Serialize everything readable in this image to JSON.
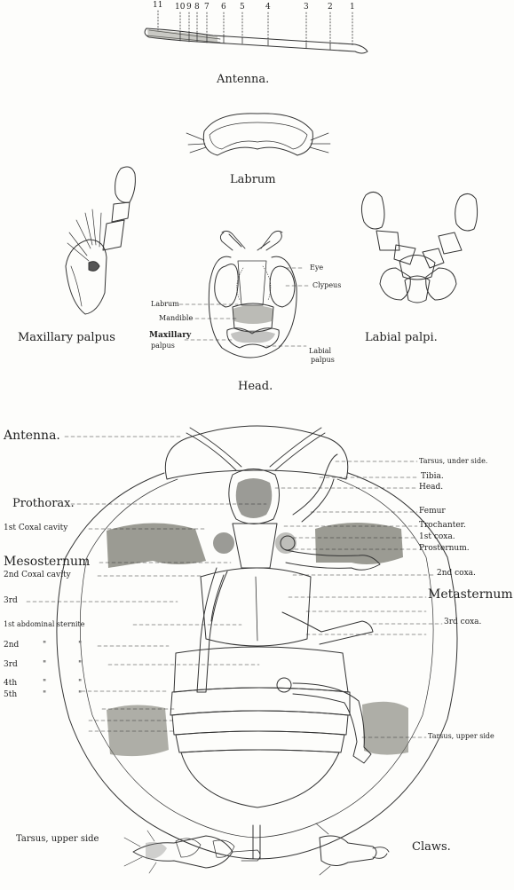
{
  "antenna_figure": {
    "caption": "Antenna.",
    "segments": [
      "11",
      "10",
      "9",
      "8",
      "7",
      "6",
      "5",
      "4",
      "3",
      "2",
      "1"
    ]
  },
  "labrum_figure": {
    "caption": "Labrum"
  },
  "maxillary_figure": {
    "caption": "Maxillary palpus"
  },
  "labial_figure": {
    "caption": "Labial palpi."
  },
  "head_figure": {
    "caption": "Head.",
    "labels": {
      "eye": "Eye",
      "clypeus": "Clypeus",
      "labrum": "Labrum",
      "mandible": "Mandible",
      "maxillary_palpus_1": "Maxillary",
      "maxillary_palpus_2": "palpus",
      "labial_palpus_1": "Labial",
      "labial_palpus_2": "palpus"
    }
  },
  "body_figure": {
    "left_labels": {
      "antenna": "Antenna.",
      "prothorax": "Prothorax.",
      "first_coxal_cavity": "1st Coxal cavity",
      "mesosternum": "Mesosternum",
      "second_coxal_cavity": "2nd Coxal cavity",
      "third": "3rd",
      "first_abdominal": "1st abdominal sternite",
      "second": "2nd",
      "third_sternite": "3rd",
      "fourth": "4th",
      "fifth": "5th",
      "ditto": "\""
    },
    "right_labels": {
      "tarsus_under": "Tarsus, under side.",
      "tibia": "Tibia.",
      "head": "Head.",
      "femur": "Femur",
      "trochanter": "Trochanter.",
      "first_coxa": "1st coxa.",
      "prosternum": "Prosternum.",
      "second_coxa": "2nd coxa.",
      "metasternum": "Metasternum",
      "third_coxa": "3rd coxa.",
      "tarsus_upper": "Tarsus, upper side"
    }
  },
  "bottom_figures": {
    "tarsus_caption": "Tarsus, upper side",
    "claws_caption": "Claws."
  }
}
